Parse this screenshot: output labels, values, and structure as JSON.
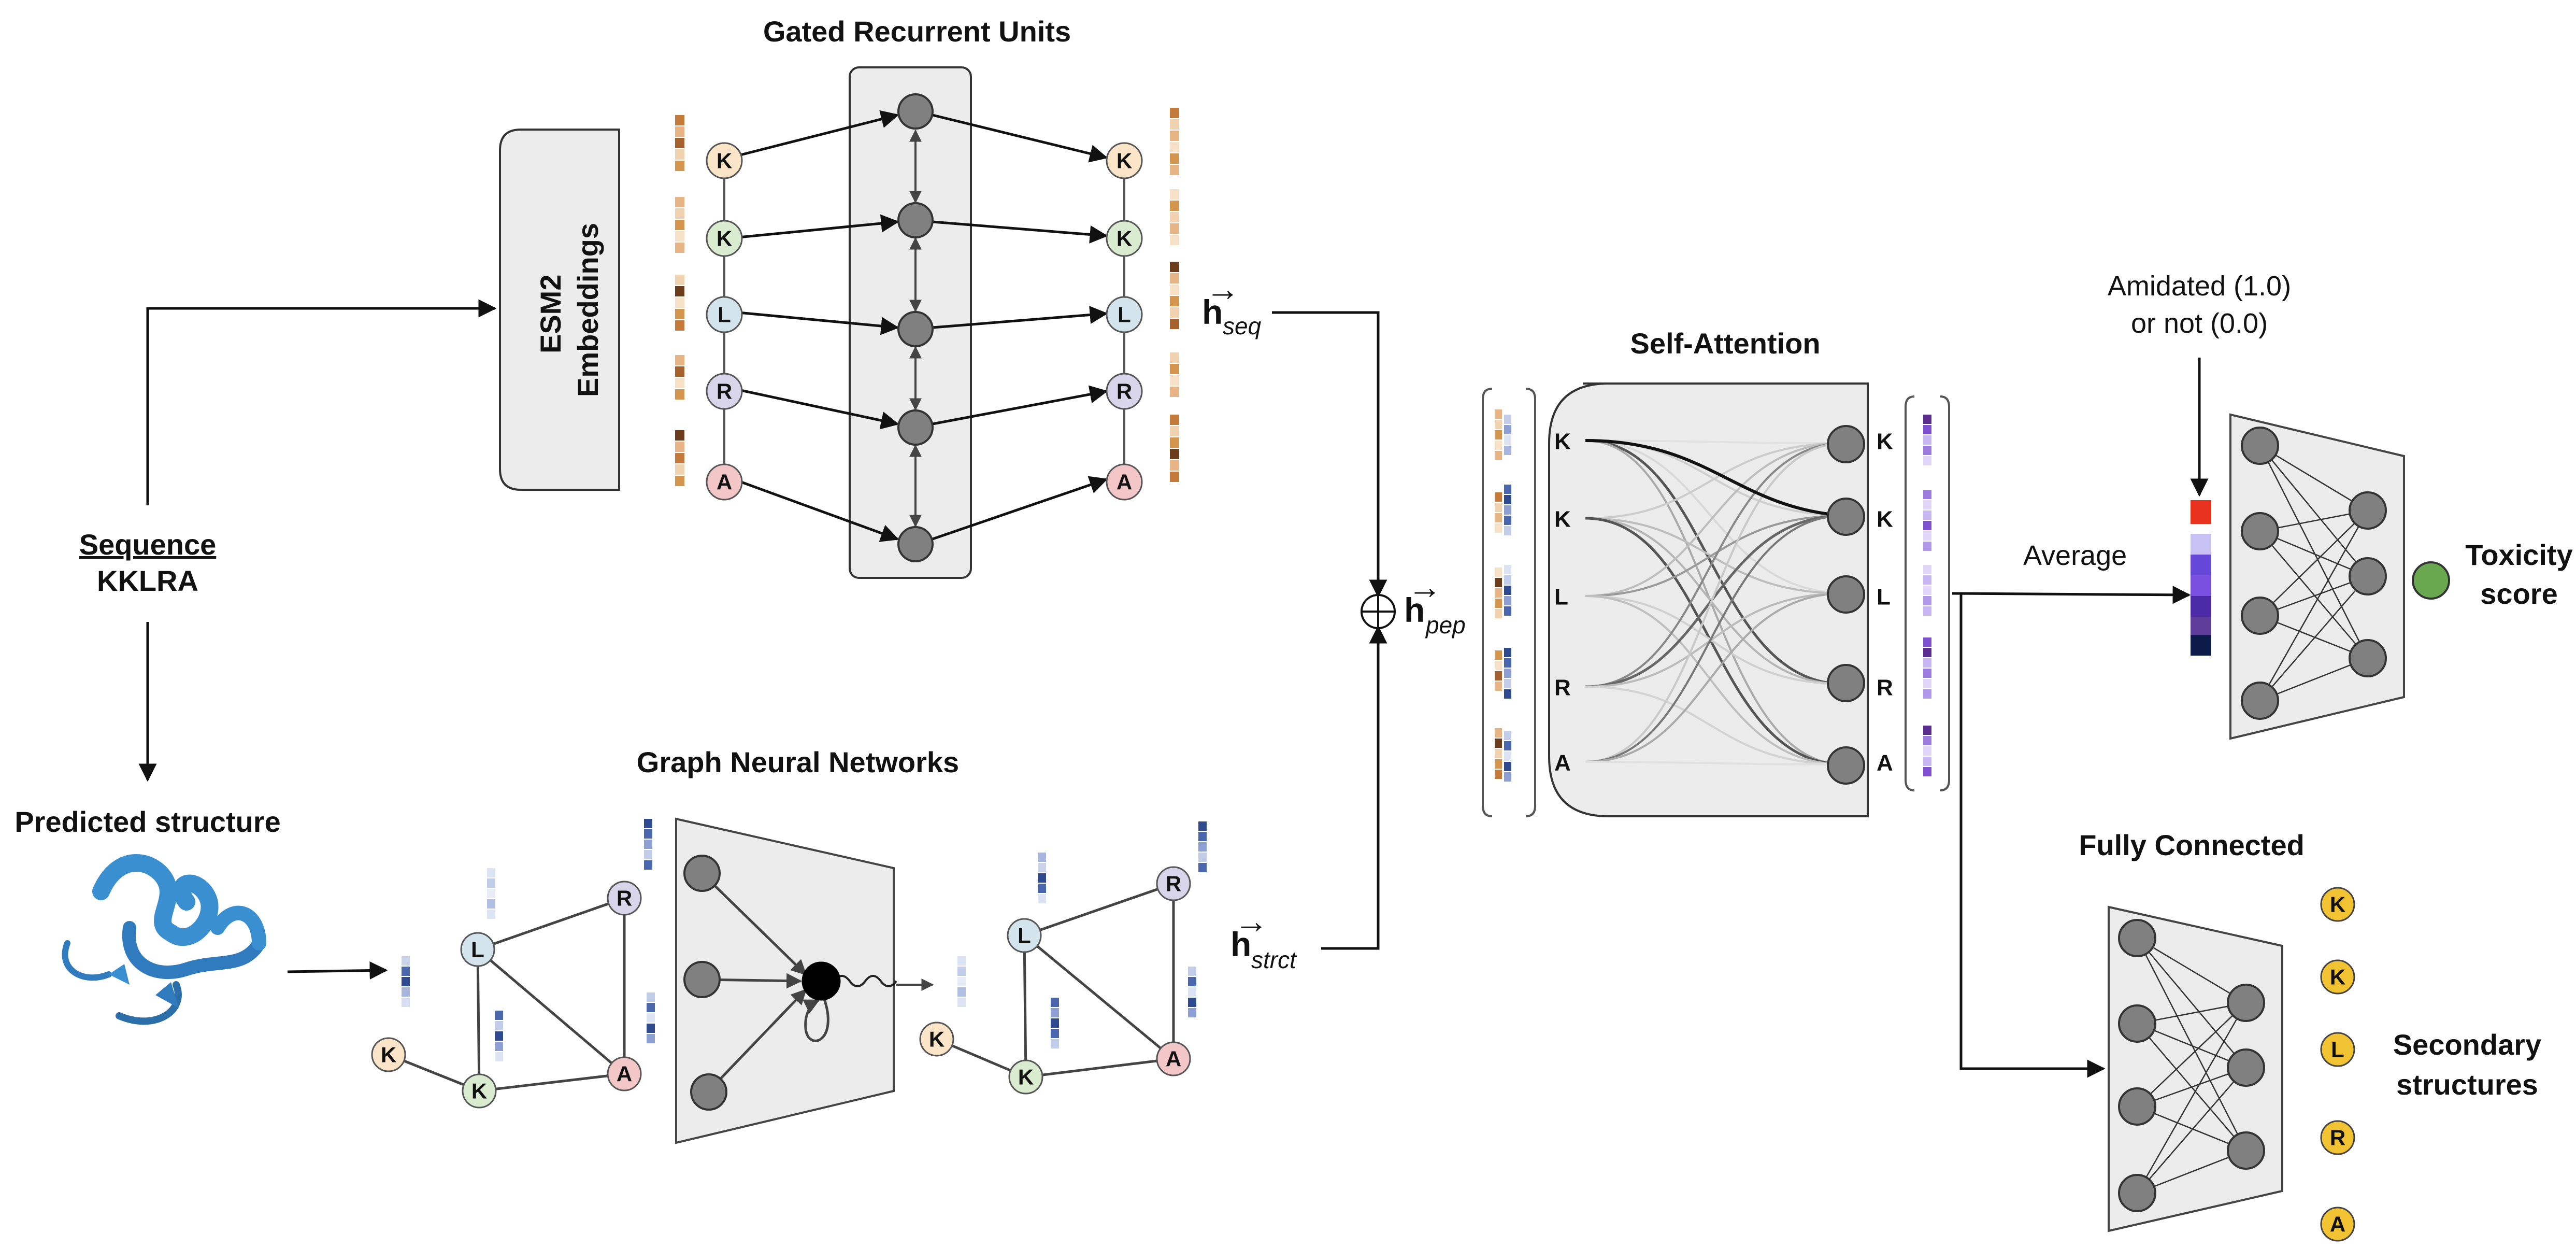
{
  "titles": {
    "gru": "Gated Recurrent Units",
    "gnn": "Graph Neural Networks",
    "self_attention": "Self-Attention",
    "fully_connected": "Fully Connected",
    "predicted_structure": "Predicted structure"
  },
  "esm2": {
    "line1": "ESM2",
    "line2": "Embeddings"
  },
  "sequence": {
    "label": "Sequence",
    "value": "KKLRA"
  },
  "residues": [
    "K",
    "K",
    "L",
    "R",
    "A"
  ],
  "math": {
    "h": "h",
    "arrow": "→",
    "seq": "seq",
    "strct": "strct",
    "pep": "pep",
    "oplus": "⊕"
  },
  "average_label": "Average",
  "amidated": {
    "line1": "Amidated (1.0)",
    "line2": "or not (0.0)"
  },
  "toxicity": {
    "line1": "Toxicity",
    "line2": "score"
  },
  "secondary": {
    "line1": "Secondary",
    "line2": "structures"
  },
  "colors": {
    "K": "#fbe5c8",
    "K2": "#d9ecd0",
    "L": "#d4e4ec",
    "R": "#d8d4ea",
    "A": "#f3c7c7",
    "gru_node": "#808080",
    "panel": "#ececec",
    "toxicity_dot": "#6aa84f",
    "ss_dot": "#f1c232",
    "amidated_cell": "#e8321e",
    "protein": "#3a8fd0"
  }
}
